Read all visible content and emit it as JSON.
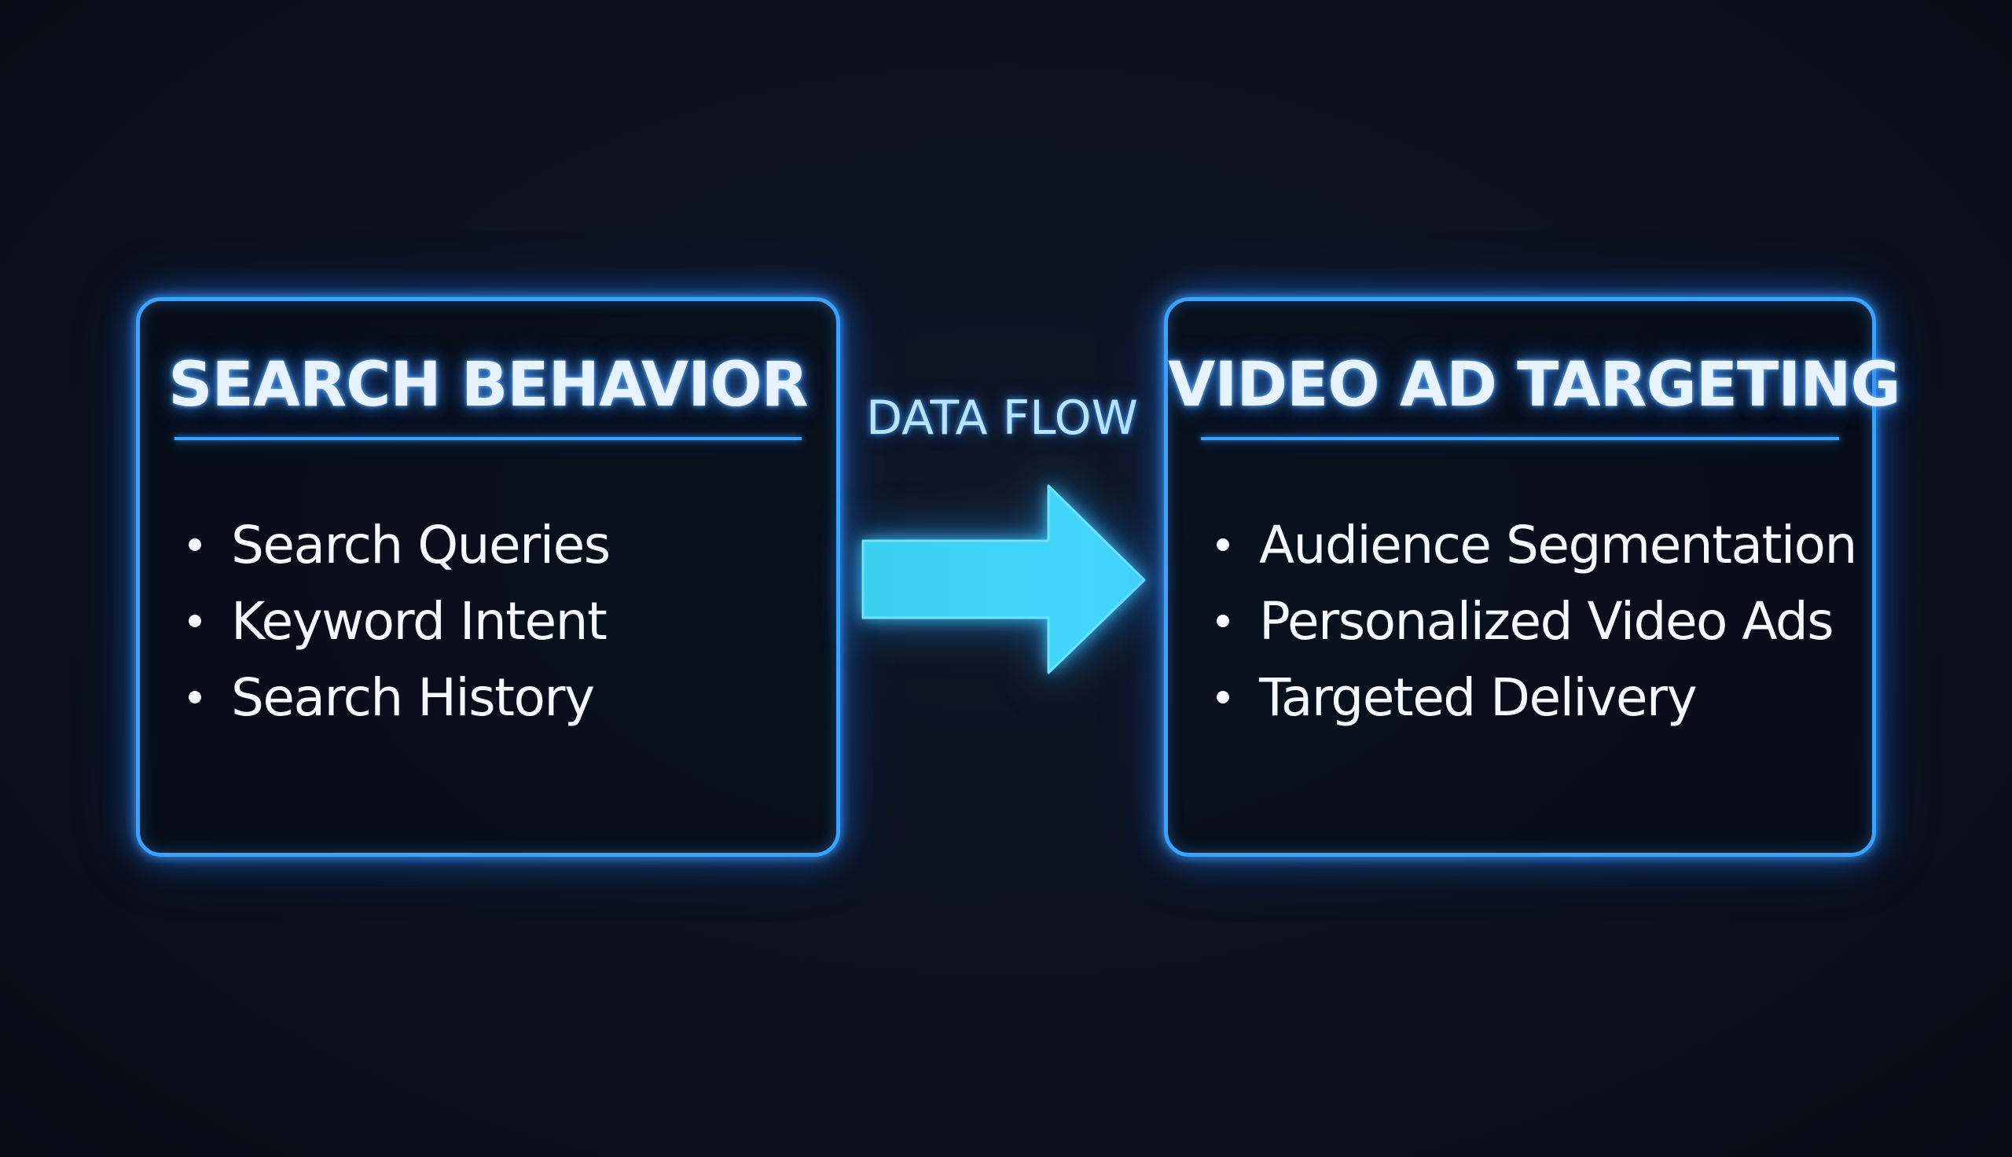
{
  "diagram": {
    "source_box": {
      "title": "SEARCH BEHAVIOR",
      "items": [
        "Search Queries",
        "Keyword Intent",
        "Search History"
      ]
    },
    "connector": {
      "label": "DATA FLOW",
      "direction": "left-to-right"
    },
    "target_box": {
      "title": "VIDEO AD TARGETING",
      "items": [
        "Audience Segmentation",
        "Personalized Video Ads",
        "Targeted Delivery"
      ]
    }
  },
  "colors": {
    "background": "#0b111d",
    "box_border_glow": "#3aa3ff",
    "arrow_fill": "#3fd0f5",
    "title_text": "#e6f3ff",
    "body_text": "#f4f8ff"
  }
}
